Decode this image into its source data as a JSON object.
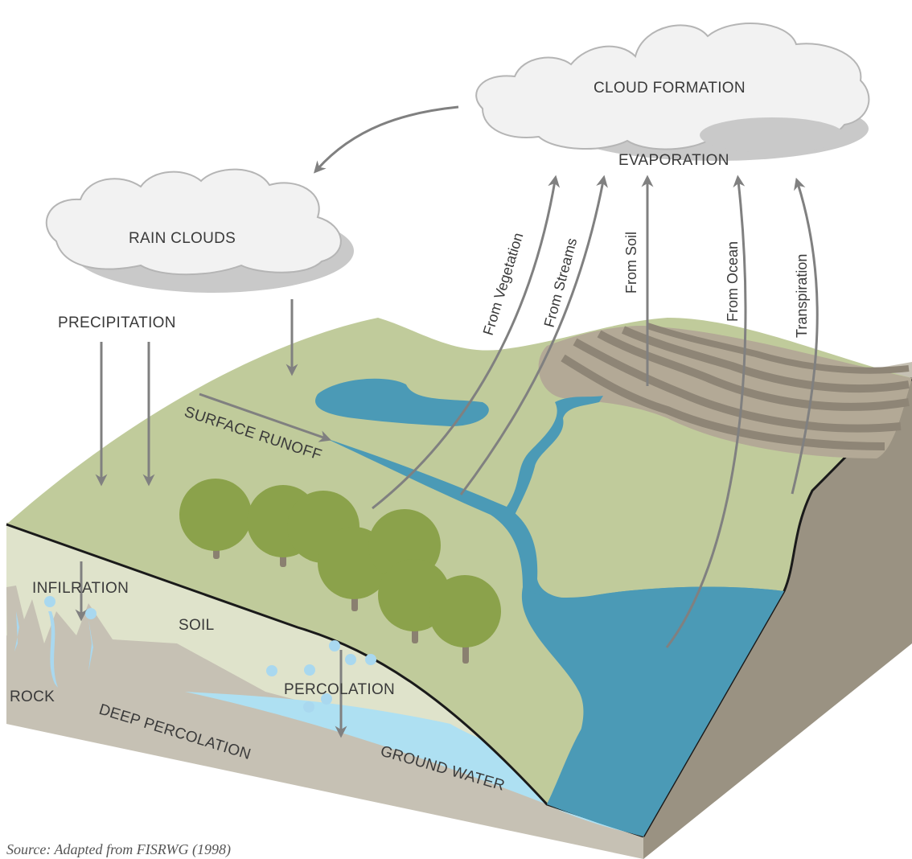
{
  "diagram": {
    "title": "",
    "labels": {
      "cloud_formation": "CLOUD FORMATION",
      "evaporation": "EVAPORATION",
      "rain_clouds": "RAIN CLOUDS",
      "precipitation": "PRECIPITATION",
      "surface_runoff": "SURFACE RUNOFF",
      "infiltration": "INFILRATION",
      "soil": "SOIL",
      "rock": "ROCK",
      "percolation": "PERCOLATION",
      "deep_percolation": "DEEP PERCOLATION",
      "ground_water": "GROUND WATER",
      "from_vegetation": "From Vegetation",
      "from_streams": "From Streams",
      "from_soil": "From Soil",
      "from_ocean": "From Ocean",
      "transpiration": "Transpiration"
    },
    "source": "Source: Adapted from FISRWG (1998)",
    "colors": {
      "land": "#c0cb9b",
      "water": "#4b9ab6",
      "ocean_side": "#5dbde6",
      "ground_water": "#aee0f2",
      "soil": "#dfe3cb",
      "rock": "#c6c1b4",
      "cliff": "#9a9282",
      "tree": "#8ba24b",
      "arrow": "#808080",
      "cloud": "#f2f2f2"
    }
  }
}
